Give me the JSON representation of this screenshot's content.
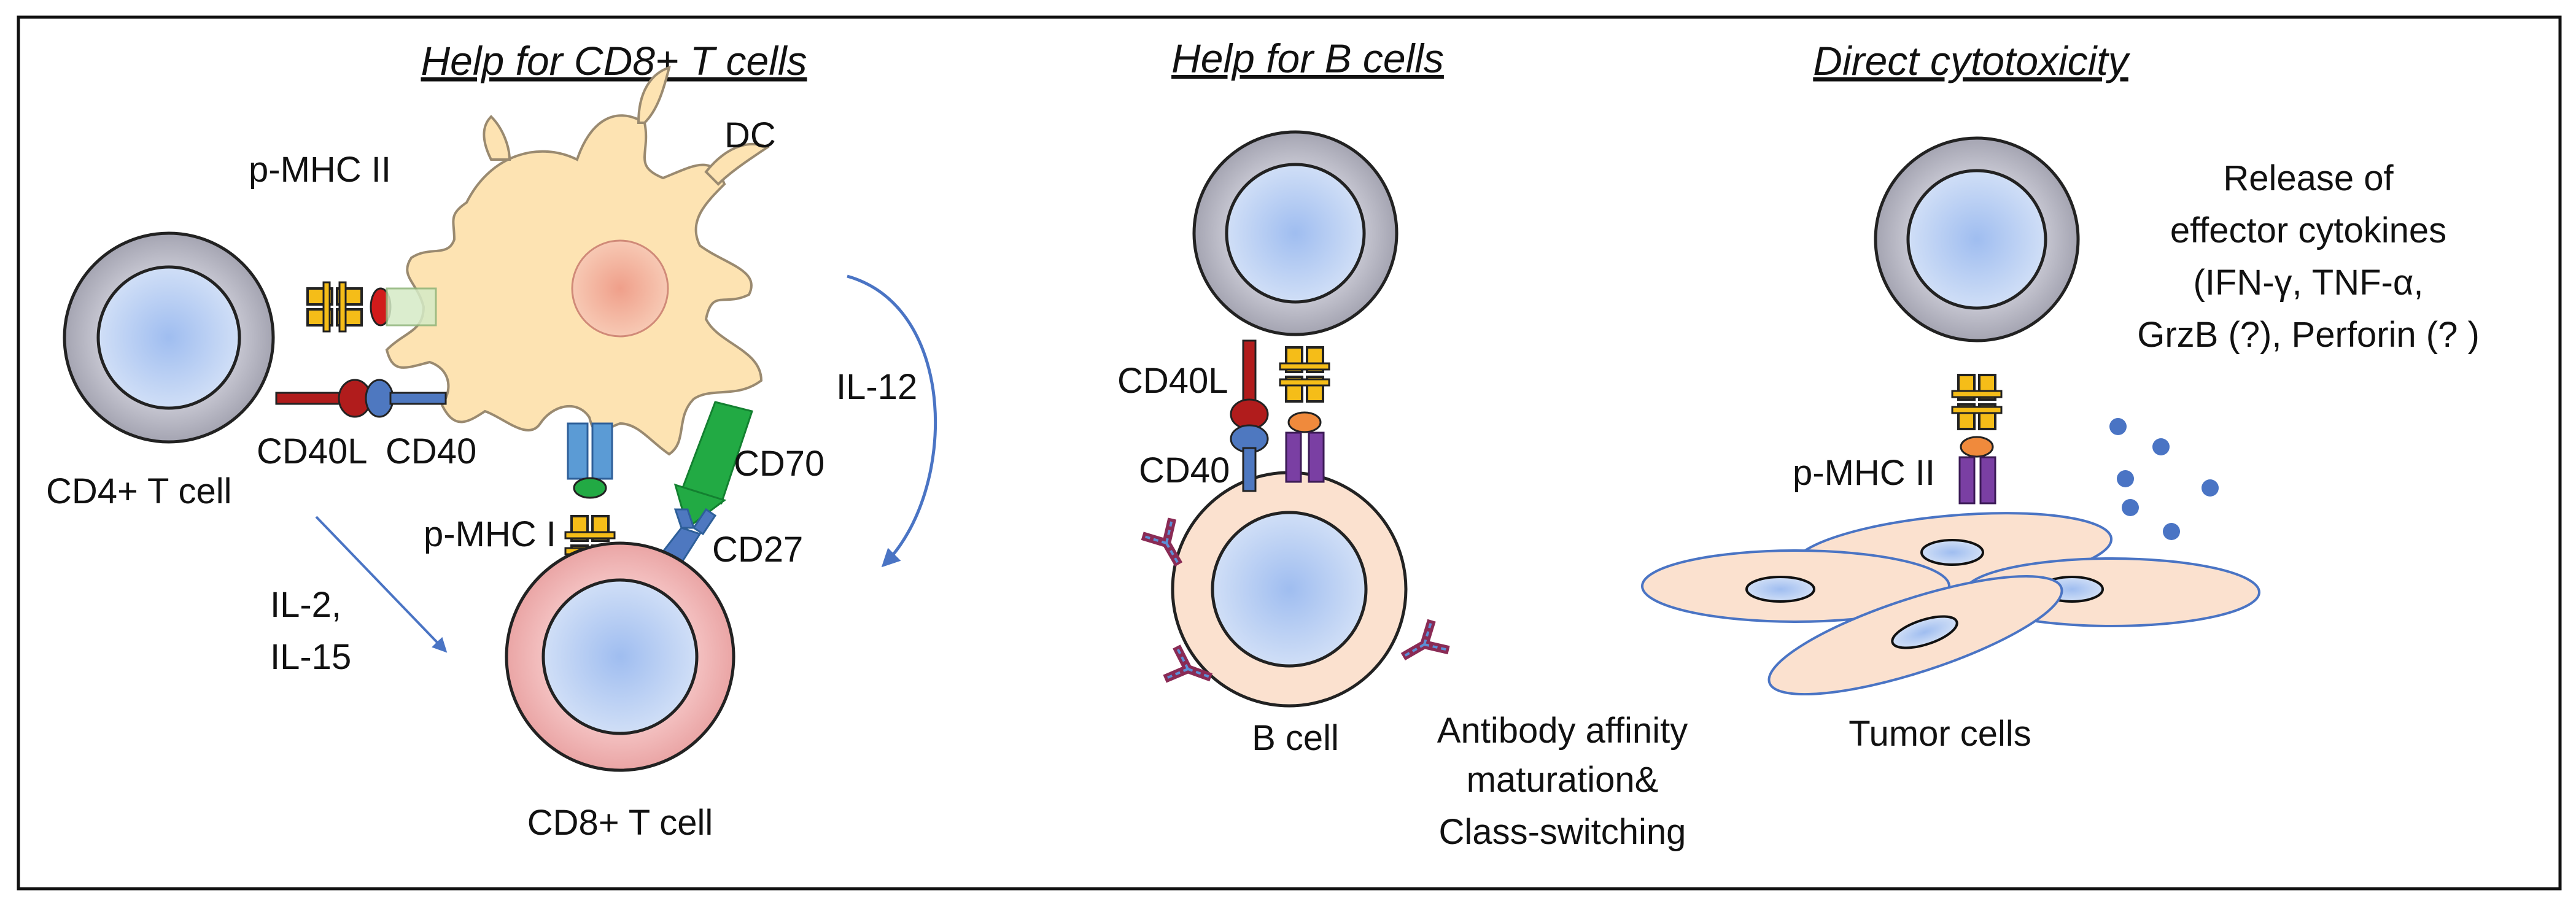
{
  "headings": {
    "cd8_help": "Help for CD8+ T cells",
    "b_help": "Help for B cells",
    "cytotoxicity": "Direct cytotoxicity"
  },
  "left_panel": {
    "dc": "DC",
    "pmhc2": "p-MHC II",
    "cd4_tcell": "CD4+ T cell",
    "cd40l": "CD40L",
    "cd40": "CD40",
    "cd70": "CD70",
    "cd27": "CD27",
    "pmhc1": "p-MHC I",
    "il12": "IL-12",
    "il2": "IL-2,",
    "il15": "IL-15",
    "cd8_tcell": "CD8+ T cell"
  },
  "middle_panel": {
    "cd40l": "CD40L",
    "cd40": "CD40",
    "bcell": "B cell",
    "outcome_line1": "Antibody affinity",
    "outcome_line2": "maturation&",
    "outcome_line3": "Class-switching"
  },
  "right_panel": {
    "release_line1": "Release of",
    "release_line2": "effector cytokines",
    "release_line3": "(IFN-γ, TNF-α,",
    "release_line4": "GrzB (?), Perforin (? )",
    "pmhc2": "p-MHC II",
    "tumor_cells": "Tumor cells"
  },
  "colors": {
    "tcell_outer": "#a6a6b2",
    "nucleus": "#c6d8f4",
    "dc_body": "#fde3b2",
    "dc_nucleus": "#f2b5a2",
    "cd8_outer": "#eeb1b1",
    "bcell_outer": "#fbe1cf",
    "mhc_yellow": "#f5bd18",
    "cd40l_red": "#b11c1c",
    "cd40_blue": "#4e78c0",
    "cd70_green": "#22aa44",
    "tcr_purple": "#7a3fa3",
    "peptide_orange": "#f08a3c",
    "arrow_blue": "#4a74c4"
  }
}
